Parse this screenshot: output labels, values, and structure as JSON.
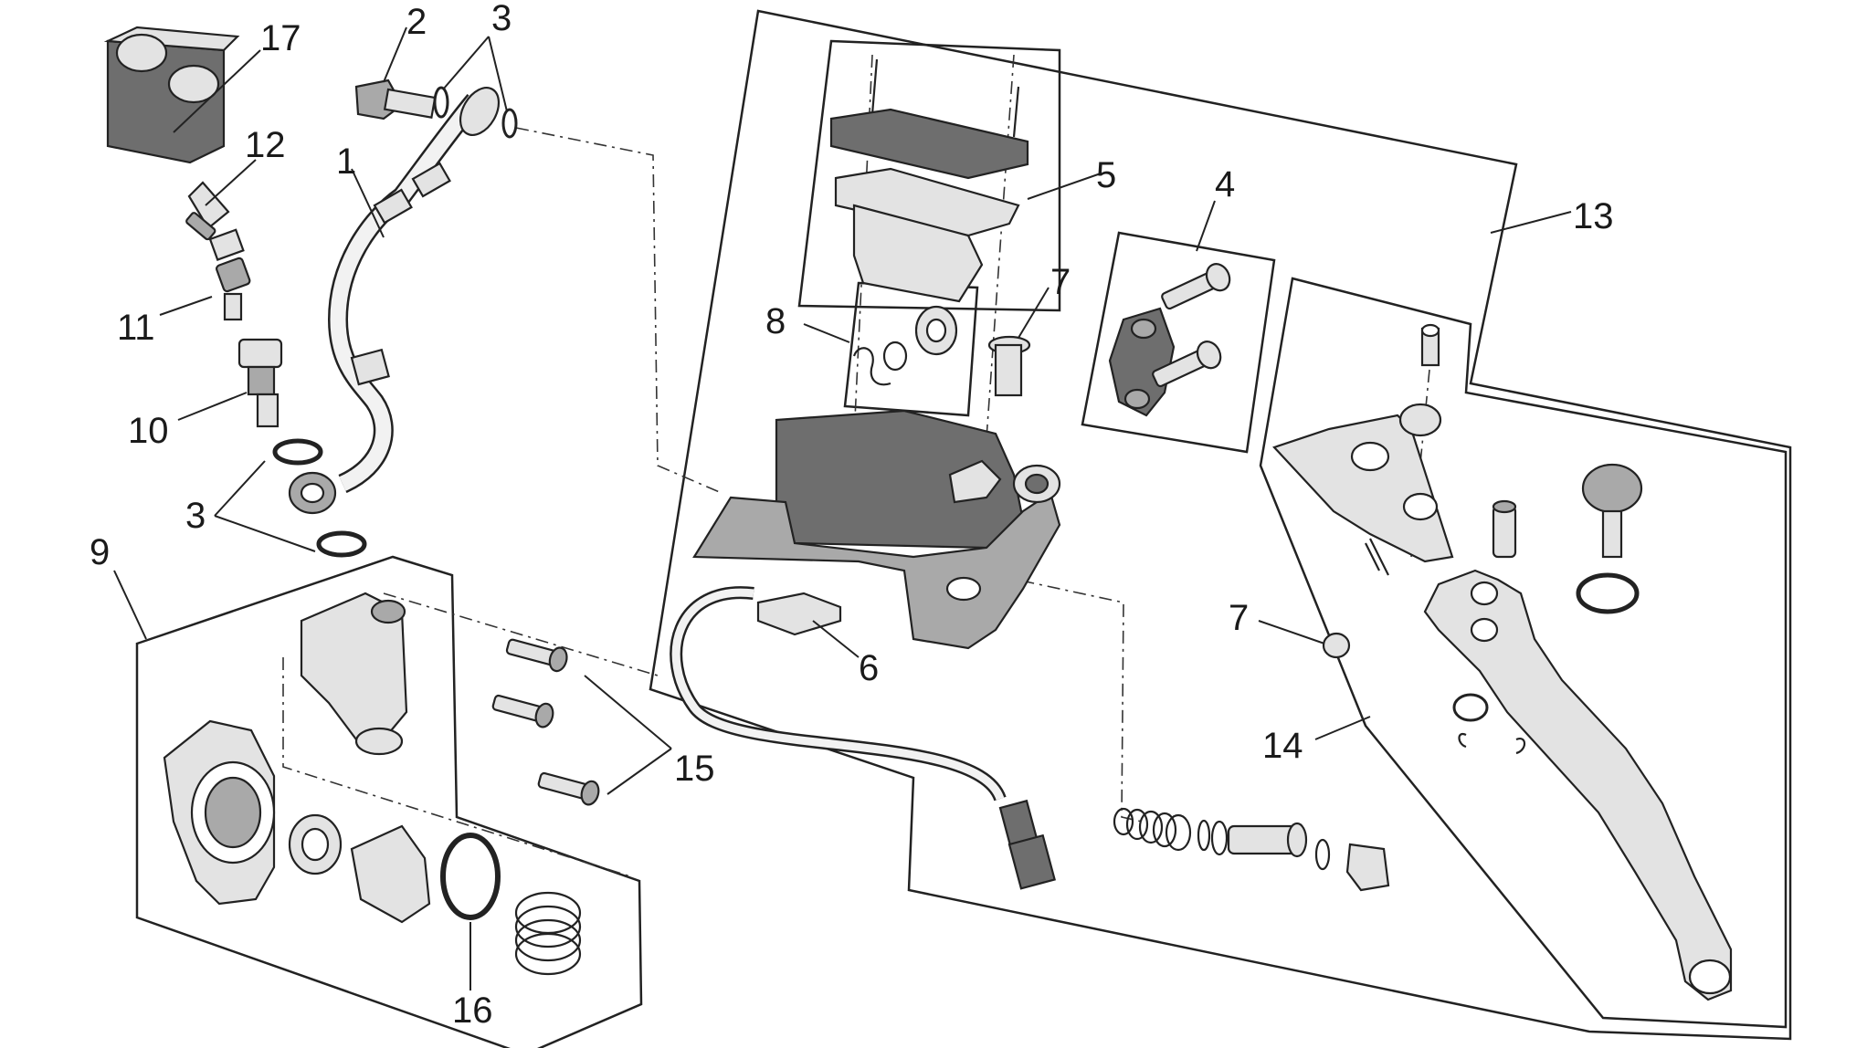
{
  "callouts": [
    "17",
    "2",
    "3",
    "12",
    "1",
    "11",
    "10",
    "3",
    "9",
    "5",
    "4",
    "13",
    "7",
    "8",
    "7",
    "6",
    "15",
    "14",
    "16"
  ]
}
